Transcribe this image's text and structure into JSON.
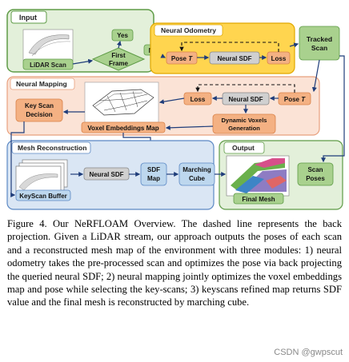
{
  "diagram": {
    "input": {
      "title": "Input",
      "lidar_scan": "LiDAR Scan",
      "first_frame": [
        "First",
        "Frame"
      ],
      "yes": "Yes",
      "no": "No"
    },
    "neural_odometry": {
      "title": "Neural Odometry",
      "pose": "Pose",
      "pose_sym": "T",
      "neural_sdf": "Neural SDF",
      "loss": "Loss"
    },
    "tracked_scan": [
      "Tracked",
      "Scan"
    ],
    "neural_mapping": {
      "title": "Neural Mapping",
      "key_scan_decision": [
        "Key Scan",
        "Decision"
      ],
      "voxel_embeddings_map": "Voxel Embeddings Map",
      "loss": "Loss",
      "neural_sdf": "Neural SDF",
      "pose": "Pose",
      "pose_sym": "T",
      "dynamic_voxels": [
        "Dynamic Voxels",
        "Generation"
      ]
    },
    "mesh_reconstruction": {
      "title": "Mesh Reconstruction",
      "keyscan_buffer": "KeyScan Buffer",
      "neural_sdf": "Neural SDF",
      "sdf_map": [
        "SDF",
        "Map"
      ],
      "marching_cube": [
        "Marching",
        "Cube"
      ]
    },
    "output": {
      "title": "Output",
      "final_mesh": "Final Mesh",
      "scan_poses": [
        "Scan",
        "Poses"
      ]
    }
  },
  "caption": "Figure 4. Our NeRFLOAM Overview. The dashed line represents the back projection. Given a LiDAR stream, our approach outputs the poses of each scan and a reconstructed mesh map of the environment with three modules: 1) neural odometry takes the pre-processed scan and optimizes the pose via back projecting the queried neural SDF; 2) neural mapping jointly optimizes the voxel embeddings map and pose while selecting the key-scans; 3) keyscans refined map returns SDF value and the final mesh is reconstructed by marching cube.",
  "watermark": "CSDN @gwpscut",
  "colors": {
    "input_bg": "#e3f0da",
    "input_border": "#5e9b46",
    "odometry_bg": "#ffd54f",
    "odometry_border": "#e0a800",
    "mapping_bg": "#fbe3d6",
    "mapping_border": "#e8a07e",
    "mesh_bg": "#dae6f4",
    "mesh_border": "#5b88c4",
    "output_bg": "#e3f0da",
    "green_node": "#a9d18e",
    "orange_node": "#f4b183",
    "gray_node": "#d0d0d0",
    "blue_node": "#bdd7ee"
  }
}
